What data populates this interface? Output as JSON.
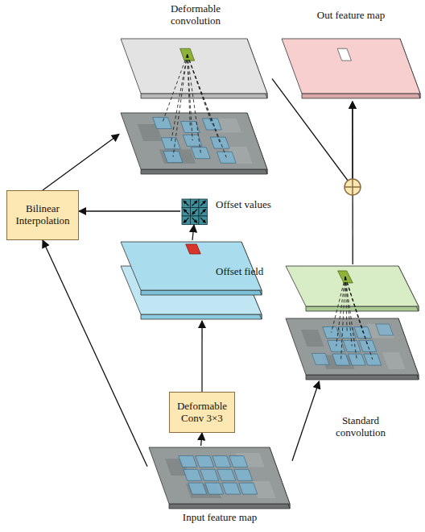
{
  "diagram": {
    "nodes": [
      {
        "text": [
          "Deformable convolution"
        ]
      },
      {
        "text": [
          "Out feature map"
        ]
      },
      {
        "text": [
          "Bilinear Interpolation"
        ]
      },
      {
        "text": [
          "Offset values"
        ]
      },
      {
        "text": [
          "Offset field"
        ]
      },
      {
        "text": [
          "Standard convolution"
        ]
      },
      {
        "text": [
          "Deformable Conv 3×3"
        ]
      },
      {
        "text": [
          "Input feature map"
        ]
      }
    ],
    "edges": [
      {
        "from": 7,
        "to": 6,
        "arrow": "to"
      },
      {
        "from": 6,
        "to": 4,
        "arrow": "to"
      },
      {
        "from": 4,
        "to": 3,
        "arrow": "to"
      },
      {
        "from": 3,
        "to": 2,
        "arrow": "to"
      },
      {
        "from": 7,
        "to": 2,
        "arrow": "to"
      },
      {
        "from": 2,
        "to": 0,
        "arrow": "to"
      },
      {
        "from": 7,
        "to": 5,
        "arrow": "to"
      },
      {
        "from": 0,
        "to": 1,
        "arrow": "to"
      },
      {
        "from": 5,
        "to": 1,
        "arrow": "to"
      }
    ]
  }
}
